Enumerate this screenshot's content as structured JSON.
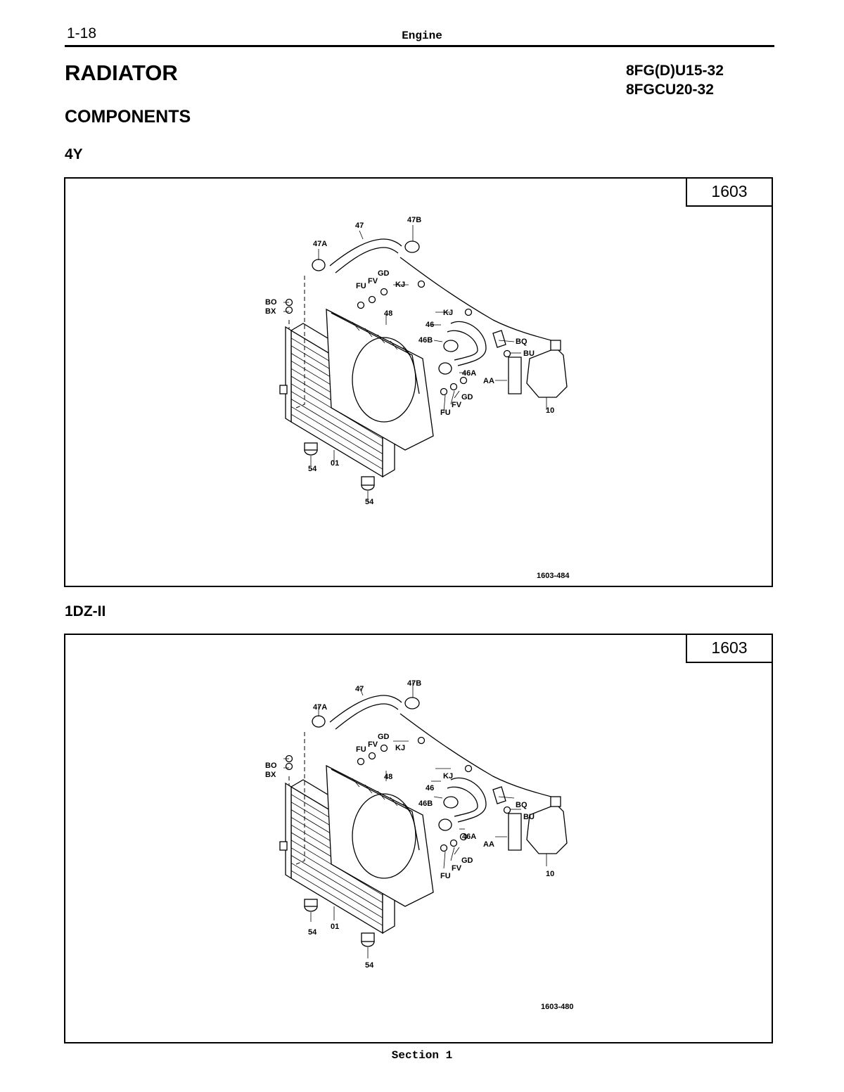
{
  "header": {
    "page_number": "1-18",
    "section_title": "Engine"
  },
  "title": "RADIATOR",
  "models": [
    "8FG(D)U15-32",
    "8FGCU20-32"
  ],
  "subtitle": "COMPONENTS",
  "figures": [
    {
      "variant": "4Y",
      "group_code": "1603",
      "figure_number": "1603-484",
      "labels": {
        "p47": "47",
        "p47B": "47B",
        "p47A": "47A",
        "GD": "GD",
        "FU": "FU",
        "FV": "FV",
        "KJ1": "KJ",
        "KJ2": "KJ",
        "BO": "BO",
        "BX": "BX",
        "p48": "48",
        "p46": "46",
        "p46B": "46B",
        "BQ": "BQ",
        "BU": "BU",
        "p46A": "46A",
        "AA": "AA",
        "GD2": "GD",
        "FV2": "FV",
        "FU2": "FU",
        "p10": "10",
        "p54a": "54",
        "p01": "01",
        "p54b": "54"
      }
    },
    {
      "variant": "1DZ-II",
      "group_code": "1603",
      "figure_number": "1603-480",
      "labels": {
        "p47": "47",
        "p47B": "47B",
        "p47A": "47A",
        "GD": "GD",
        "FU": "FU",
        "FV": "FV",
        "KJ1": "KJ",
        "KJ2": "KJ",
        "BO": "BO",
        "BX": "BX",
        "p48": "48",
        "p46": "46",
        "p46B": "46B",
        "BQ": "BQ",
        "BU": "BU",
        "p46A": "46A",
        "AA": "AA",
        "GD2": "GD",
        "FV2": "FV",
        "FU2": "FU",
        "p10": "10",
        "p54a": "54",
        "p01": "01",
        "p54b": "54"
      }
    }
  ],
  "footer": "Section 1"
}
